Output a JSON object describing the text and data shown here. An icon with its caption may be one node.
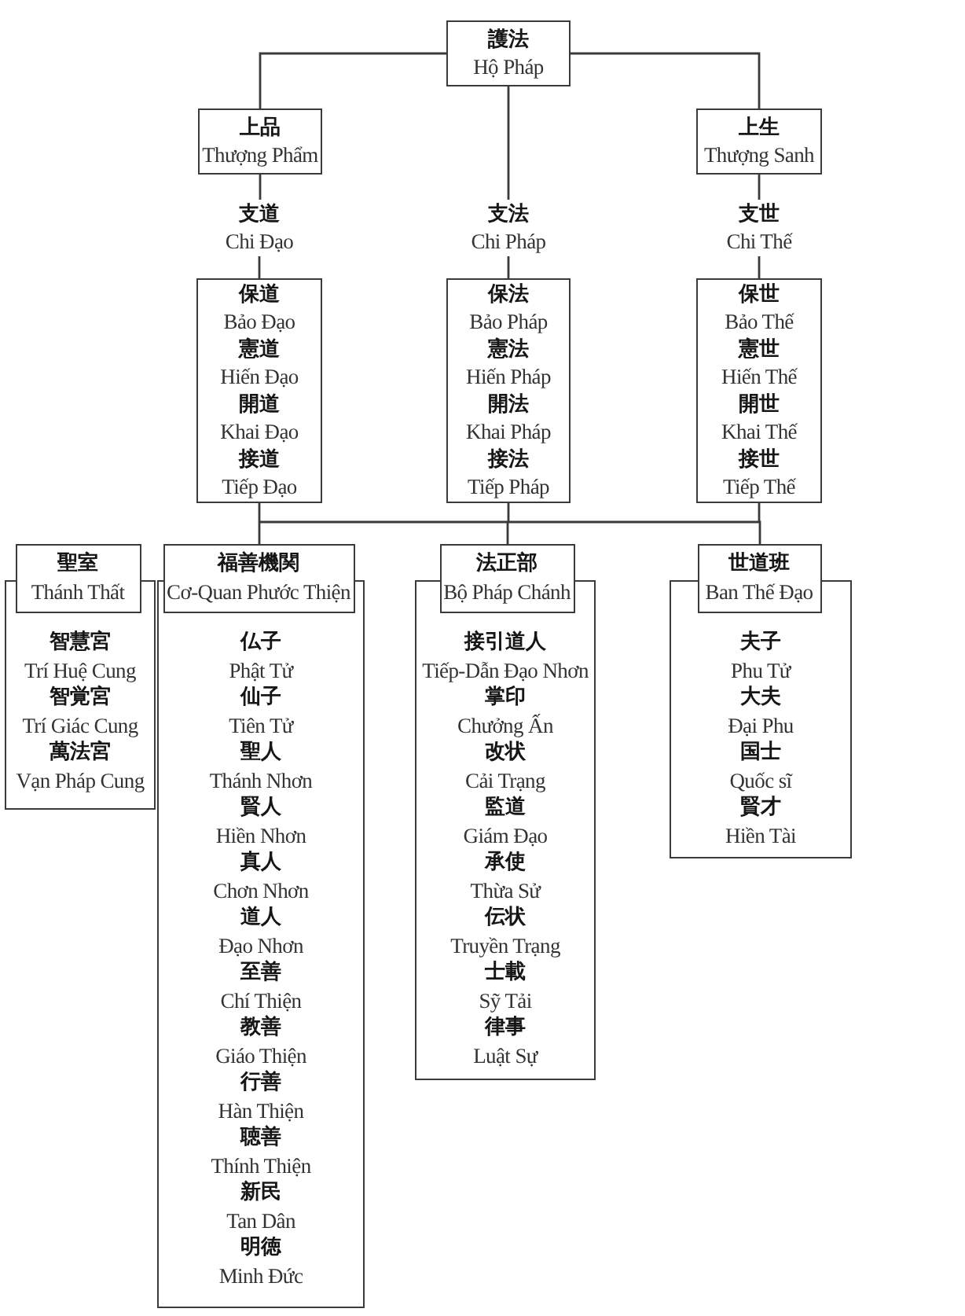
{
  "diagram": {
    "nodes": [
      {
        "text": [
          "護法",
          "Hộ Pháp"
        ]
      },
      {
        "text": [
          "上品",
          "Thượng Phẩm"
        ]
      },
      {
        "text": [
          "上生",
          "Thượng Sanh"
        ]
      },
      {
        "text": [
          "支道",
          "Chi Đạo"
        ]
      },
      {
        "text": [
          "支法",
          "Chi Pháp"
        ]
      },
      {
        "text": [
          "支世",
          "Chi Thế"
        ]
      },
      {
        "text": [
          "保道",
          "Bảo Đạo",
          "憲道",
          "Hiến Đạo",
          "開道",
          "Khai Đạo",
          "接道",
          "Tiếp Đạo"
        ]
      },
      {
        "text": [
          "保法",
          "Bảo Pháp",
          "憲法",
          "Hiến Pháp",
          "開法",
          "Khai Pháp",
          "接法",
          "Tiếp Pháp"
        ]
      },
      {
        "text": [
          "保世",
          "Bảo Thế",
          "憲世",
          "Hiến Thế",
          "開世",
          "Khai Thế",
          "接世",
          "Tiếp Thế"
        ]
      },
      {
        "text": [
          "聖室",
          "Thánh Thất"
        ]
      },
      {
        "text": [
          "福善機関",
          "Cơ-Quan Phước Thiện"
        ]
      },
      {
        "text": [
          "法正部",
          "Bộ Pháp Chánh"
        ]
      },
      {
        "text": [
          "世道班",
          "Ban Thế Đạo"
        ]
      },
      {
        "text": [
          "智慧宮",
          "Trí Huệ Cung",
          "智覚宮",
          "Trí Giác Cung",
          "萬法宮",
          "Vạn Pháp Cung"
        ]
      },
      {
        "text": [
          "仏子",
          "Phật Tử",
          "仙子",
          "Tiên Tử",
          "聖人",
          "Thánh Nhơn",
          "賢人",
          "Hiền Nhơn",
          "真人",
          "Chơn Nhơn",
          "道人",
          "Đạo Nhơn",
          "至善",
          "Chí Thiện",
          "教善",
          "Giáo Thiện",
          "行善",
          "Hàn Thiện",
          "聴善",
          "Thính Thiện",
          "新民",
          "Tan Dân",
          "明徳",
          "Minh Đức"
        ]
      },
      {
        "text": [
          "接引道人",
          "Tiếp-Dẫn Đạo Nhơn",
          "掌印",
          "Chưởng Ấn",
          "改状",
          "Cải Trạng",
          "監道",
          "Giám Đạo",
          "承使",
          "Thừa Sử",
          "伝状",
          "Truyền Trạng",
          "士載",
          "Sỹ Tải",
          "律事",
          "Luật Sự"
        ]
      },
      {
        "text": [
          "夫子",
          "Phu Tử",
          "大夫",
          "Đại Phu",
          "国士",
          "Quốc sĩ",
          "賢才",
          "Hiền Tài"
        ]
      }
    ],
    "edges": [
      {
        "from": 0,
        "to": 1,
        "arrow": "none"
      },
      {
        "from": 0,
        "to": 4,
        "arrow": "none"
      },
      {
        "from": 0,
        "to": 2,
        "arrow": "none"
      },
      {
        "from": 1,
        "to": 3,
        "arrow": "none"
      },
      {
        "from": 2,
        "to": 5,
        "arrow": "none"
      },
      {
        "from": 3,
        "to": 6,
        "arrow": "none"
      },
      {
        "from": 4,
        "to": 7,
        "arrow": "none"
      },
      {
        "from": 5,
        "to": 8,
        "arrow": "none"
      },
      {
        "from": 6,
        "to": 10,
        "arrow": "none"
      },
      {
        "from": 6,
        "to": 11,
        "arrow": "none"
      },
      {
        "from": 6,
        "to": 12,
        "arrow": "none"
      },
      {
        "from": 7,
        "to": 10,
        "arrow": "none"
      },
      {
        "from": 7,
        "to": 11,
        "arrow": "none"
      },
      {
        "from": 7,
        "to": 12,
        "arrow": "none"
      },
      {
        "from": 8,
        "to": 10,
        "arrow": "none"
      },
      {
        "from": 8,
        "to": 11,
        "arrow": "none"
      },
      {
        "from": 8,
        "to": 12,
        "arrow": "none"
      }
    ]
  }
}
